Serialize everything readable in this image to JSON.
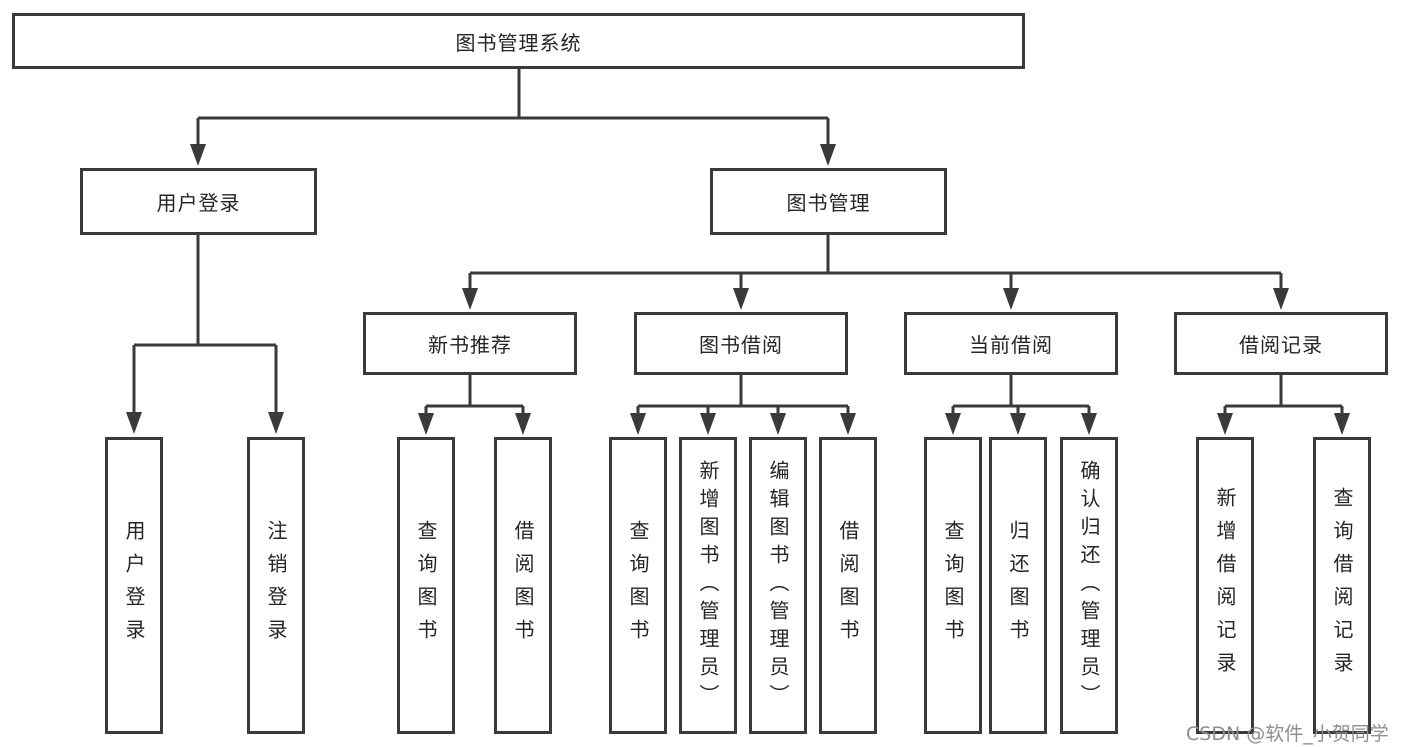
{
  "diagram": {
    "nodes": {
      "root": "图书管理系统",
      "user_login": "用户登录",
      "book_management": "图书管理",
      "new_book_recommend": "新书推荐",
      "book_borrowing": "图书借阅",
      "current_borrowing": "当前借阅",
      "borrowing_records": "借阅记录",
      "leaf_user_login": "用户登录",
      "leaf_logout": "注销登录",
      "leaf_query_books_recommend": "查询图书",
      "leaf_borrow_books_recommend": "借阅图书",
      "leaf_query_books_borrowing": "查询图书",
      "leaf_add_books_admin": "新增图书（管理员）",
      "leaf_edit_books_admin": "编辑图书（管理员）",
      "leaf_borrow_books_borrowing": "借阅图书",
      "leaf_query_books_current": "查询图书",
      "leaf_return_books": "归还图书",
      "leaf_confirm_return_admin": "确认归还（管理员）",
      "leaf_add_borrow_record": "新增借阅记录",
      "leaf_query_borrow_record": "查询借阅记录"
    },
    "colors": {
      "line": "#3a3a3a",
      "text": "#252525",
      "background": "#ffffff"
    }
  },
  "watermark": {
    "text": "CSDN @软件_小贺同学",
    "color": "#8e8e8e"
  }
}
